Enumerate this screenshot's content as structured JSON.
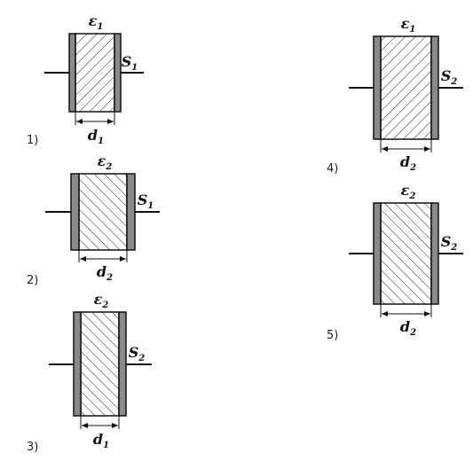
{
  "capacitors": [
    {
      "number": "1)",
      "epsilon": {
        "main": "ε",
        "sub": "1"
      },
      "area": {
        "main": "S",
        "sub": "1"
      },
      "distance": {
        "main": "d",
        "sub": "1"
      },
      "hatch": "forward"
    },
    {
      "number": "2)",
      "epsilon": {
        "main": "ε",
        "sub": "2"
      },
      "area": {
        "main": "S",
        "sub": "1"
      },
      "distance": {
        "main": "d",
        "sub": "2"
      },
      "hatch": "back"
    },
    {
      "number": "3)",
      "epsilon": {
        "main": "ε",
        "sub": "2"
      },
      "area": {
        "main": "S",
        "sub": "2"
      },
      "distance": {
        "main": "d",
        "sub": "1"
      },
      "hatch": "back"
    },
    {
      "number": "4)",
      "epsilon": {
        "main": "ε",
        "sub": "1"
      },
      "area": {
        "main": "S",
        "sub": "2"
      },
      "distance": {
        "main": "d",
        "sub": "2"
      },
      "hatch": "forward"
    },
    {
      "number": "5)",
      "epsilon": {
        "main": "ε",
        "sub": "2"
      },
      "area": {
        "main": "S",
        "sub": "2"
      },
      "distance": {
        "main": "d",
        "sub": "2"
      },
      "hatch": "back"
    }
  ]
}
